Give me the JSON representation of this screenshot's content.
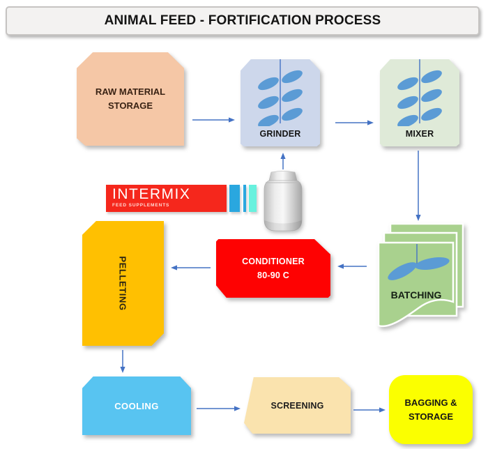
{
  "title": "ANIMAL FEED - FORTIFICATION PROCESS",
  "nodes": {
    "raw_material_storage": {
      "label": "RAW MATERIAL STORAGE",
      "fill": "#F5C7A6"
    },
    "grinder": {
      "label": "GRINDER",
      "fill": "#CDD7EB",
      "icon": "agitator-blades-icon"
    },
    "mixer": {
      "label": "MIXER",
      "fill": "#DFEAD8",
      "icon": "agitator-blades-icon"
    },
    "batching": {
      "label": "BATCHING",
      "fill": "#A9D18E",
      "icon": "agitator-blades-icon"
    },
    "conditioner": {
      "label": "CONDITIONER",
      "temperature": "80-90 C",
      "fill": "#FE0202"
    },
    "pelleting": {
      "label": "PELLETING",
      "fill": "#FFC001"
    },
    "cooling": {
      "label": "COOLING",
      "fill": "#58C4F1"
    },
    "screening": {
      "label": "SCREENING",
      "fill": "#FAE3AE"
    },
    "bagging_storage": {
      "label": "BAGGING & STORAGE",
      "fill": "#FBFF00"
    }
  },
  "supplement": {
    "brand": "INTERMIX",
    "tagline": "FEED SUPPLEMENTS",
    "banner_color": "#F5271C",
    "stripe_blue": "#2AA7DF",
    "stripe_cyan": "#68F1DE",
    "product_icon": "foil-pouch-icon"
  },
  "edges": [
    {
      "from": "raw_material_storage",
      "to": "grinder"
    },
    {
      "from": "grinder",
      "to": "mixer"
    },
    {
      "from": "mixer",
      "to": "batching"
    },
    {
      "from": "batching",
      "to": "conditioner"
    },
    {
      "from": "conditioner",
      "to": "pelleting"
    },
    {
      "from": "pelleting",
      "to": "cooling"
    },
    {
      "from": "cooling",
      "to": "screening"
    },
    {
      "from": "screening",
      "to": "bagging_storage"
    },
    {
      "from": "intermix_pouch",
      "to": "grinder"
    }
  ],
  "colors": {
    "arrow": "#4472C4",
    "blade_icon": "#5B9BD5",
    "title_bg": "#F3F2F1"
  }
}
